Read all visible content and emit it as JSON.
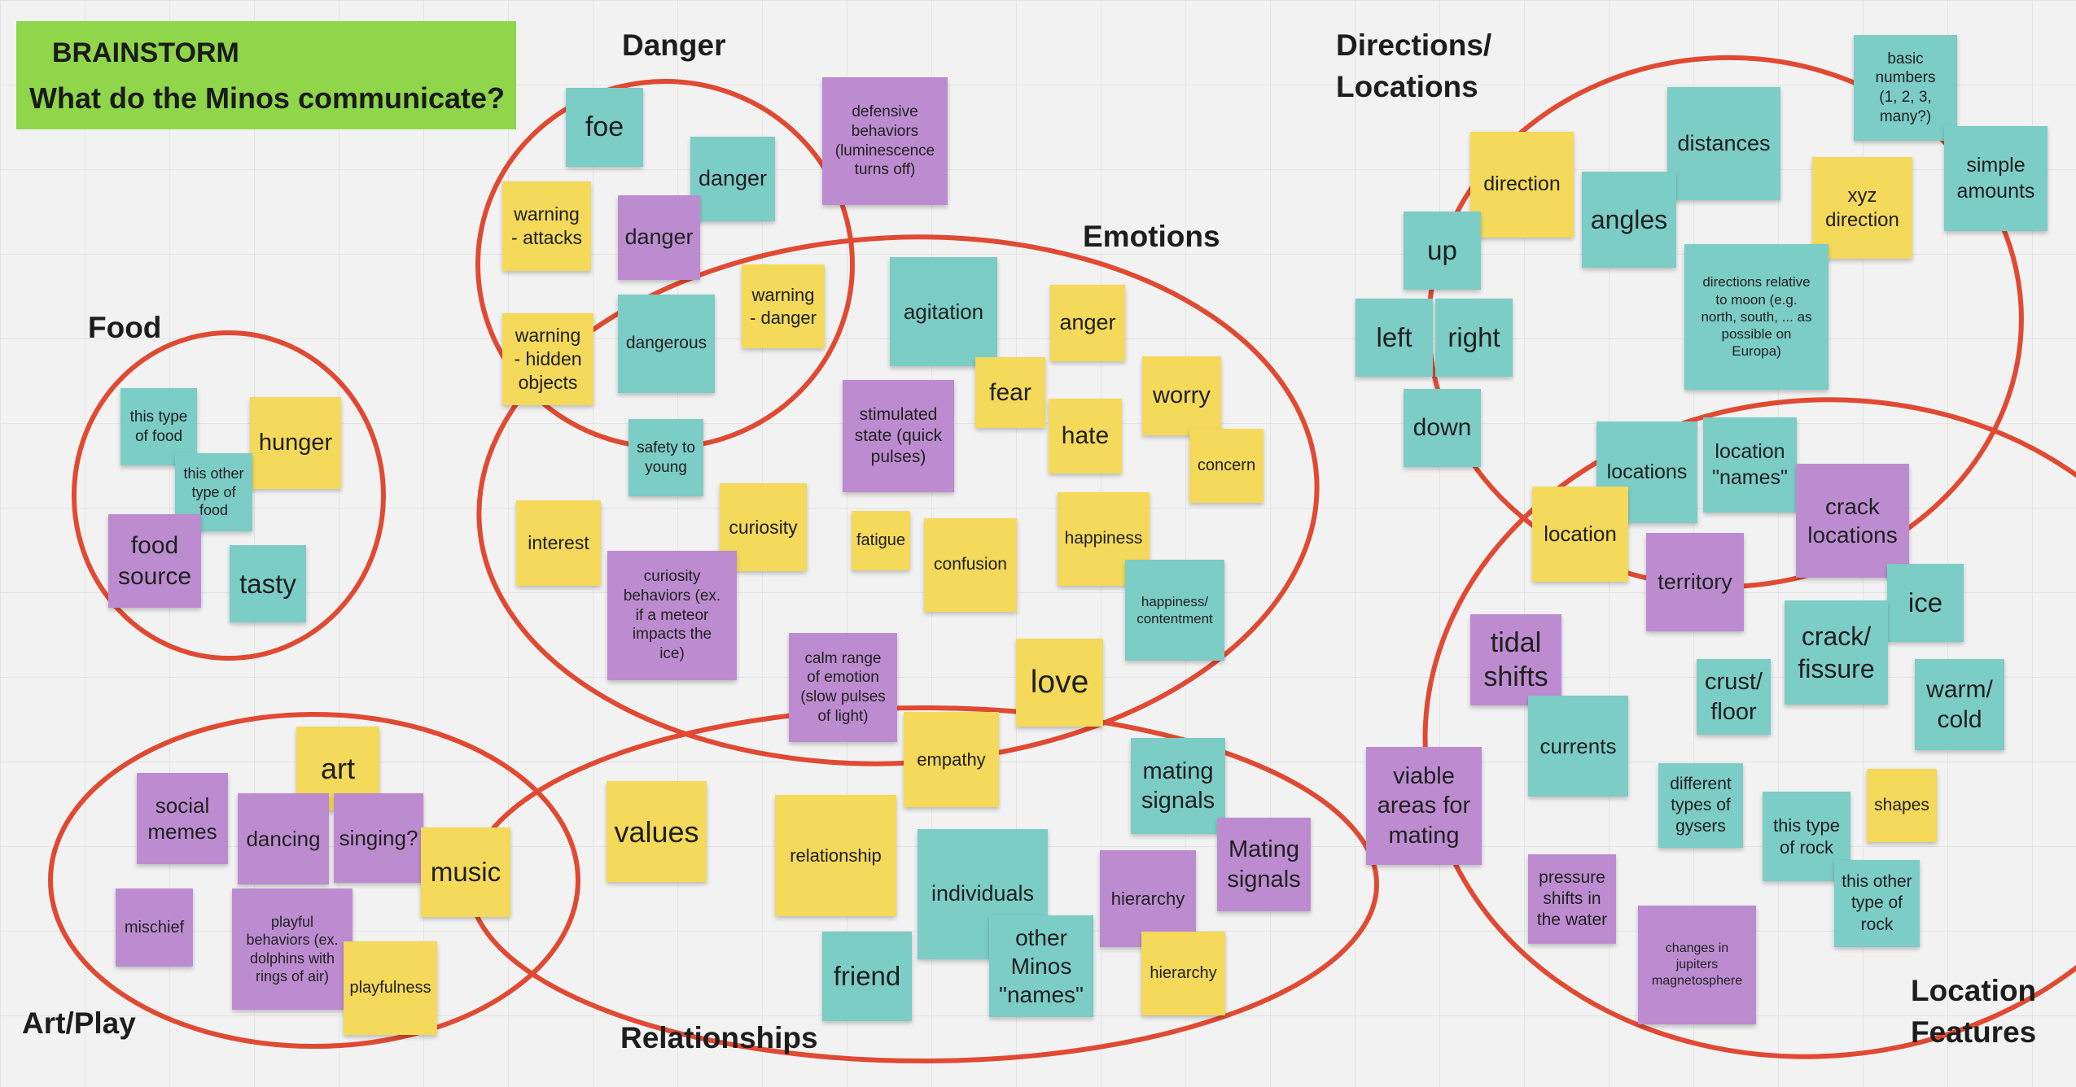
{
  "colors": {
    "teal": "#7ccdc6",
    "yellow": "#f4d95a",
    "purple": "#bd8cd0",
    "circle": "#e04a32",
    "title_bg": "#8fd64a"
  },
  "board": {
    "title_line1": "BRAINSTORM",
    "title_line2": "What do the Minos communicate?"
  },
  "groups": {
    "danger": "Danger",
    "emotions": "Emotions",
    "food": "Food",
    "art_play": "Art/Play",
    "relationships": "Relationships",
    "directions": "Directions/\nLocations",
    "location_features": "Location\nFeatures"
  },
  "notes": {
    "danger_foe": "foe",
    "danger_danger1": "danger",
    "danger_warning_attacks": "warning\n- attacks",
    "danger_danger2": "danger",
    "danger_warning_danger": "warning\n- danger",
    "danger_warning_hidden": "warning\n- hidden\nobjects",
    "danger_dangerous": "dangerous",
    "danger_defensive": "defensive\nbehaviors\n(luminescence\nturns off)",
    "danger_safety": "safety to\nyoung",
    "emo_agitation": "agitation",
    "emo_anger": "anger",
    "emo_stimulated": "stimulated\nstate (quick\npulses)",
    "emo_fear": "fear",
    "emo_worry": "worry",
    "emo_hate": "hate",
    "emo_concern": "concern",
    "emo_interest": "interest",
    "emo_curiosity": "curiosity",
    "emo_fatigue": "fatigue",
    "emo_confusion": "confusion",
    "emo_happiness": "happiness",
    "emo_contentment": "happiness/\ncontentment",
    "emo_curiosity_behaviors": "curiosity\nbehaviors (ex.\nif a meteor\nimpacts the\nice)",
    "emo_calm": "calm range\nof emotion\n(slow pulses\nof light)",
    "emo_love": "love",
    "emo_empathy": "empathy",
    "food_this_type": "this type\nof food",
    "food_hunger": "hunger",
    "food_other_type": "this other\ntype of\nfood",
    "food_source": "food\nsource",
    "food_tasty": "tasty",
    "art_art": "art",
    "art_social": "social\nmemes",
    "art_dancing": "dancing",
    "art_singing": "singing?",
    "art_music": "music",
    "art_mischief": "mischief",
    "art_playful_behaviors": "playful\nbehaviors (ex.\ndolphins with\nrings of air)",
    "art_playfulness": "playfulness",
    "values": "values",
    "rel_relationship": "relationship",
    "rel_individuals": "individuals",
    "rel_mating_signals1": "mating\nsignals",
    "rel_mating_signals2": "Mating\nsignals",
    "rel_hierarchy1": "hierarchy",
    "rel_hierarchy2": "hierarchy",
    "rel_friend": "friend",
    "rel_other_minos": "other\nMinos\n\"names\"",
    "rel_viable": "viable\nareas for\nmating",
    "dir_basic_numbers": "basic\nnumbers\n(1, 2, 3,\nmany?)",
    "dir_distances": "distances",
    "dir_simple_amounts": "simple\namounts",
    "dir_direction": "direction",
    "dir_angles": "angles",
    "dir_xyz": "xyz\ndirection",
    "dir_up": "up",
    "dir_relative_moon": "directions relative\nto moon (e.g.\nnorth, south, ... as\npossible on\nEuropa)",
    "dir_left": "left",
    "dir_right": "right",
    "dir_down": "down",
    "loc_locations": "locations",
    "loc_names": "location\n\"names\"",
    "loc_location": "location",
    "loc_crack_locations": "crack\nlocations",
    "loc_territory": "territory",
    "loc_ice": "ice",
    "loc_tidal": "tidal\nshifts",
    "loc_crack_fissure": "crack/\nfissure",
    "loc_crust": "crust/\nfloor",
    "loc_warm_cold": "warm/\ncold",
    "loc_currents": "currents",
    "loc_gysers": "different\ntypes of\ngysers",
    "loc_rock1": "this type\nof rock",
    "loc_shapes": "shapes",
    "loc_pressure": "pressure\nshifts in\nthe water",
    "loc_rock2": "this other\ntype of\nrock",
    "loc_jupiter": "changes in\njupiters\nmagnetosphere"
  }
}
